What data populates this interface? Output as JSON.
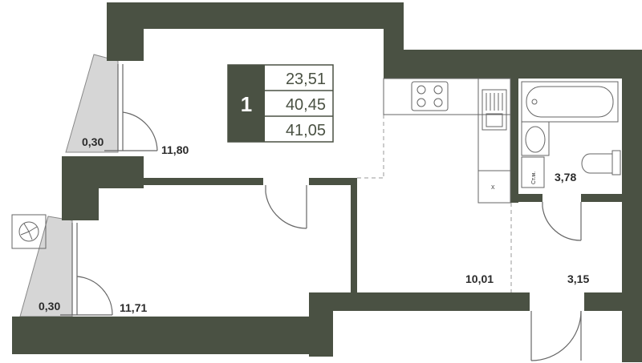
{
  "colors": {
    "wall": "#4a5143",
    "balcony": "#d6d6d6",
    "fixture": "#666666"
  },
  "info": {
    "rooms": "1",
    "living_area": "23,51",
    "total_area": "40,45",
    "total_with_balcony": "41,05"
  },
  "areas": {
    "balcony_top": "0,30",
    "room_top": "11,80",
    "balcony_bottom": "0,30",
    "room_bottom": "11,71",
    "kitchen": "10,01",
    "bathroom": "3,78",
    "hall": "3,15"
  },
  "fixtures": {
    "toilet_tag": "Ст.м.",
    "appliance_mark": "x"
  },
  "icons": {
    "ac_unit": "ac-fan-icon"
  }
}
